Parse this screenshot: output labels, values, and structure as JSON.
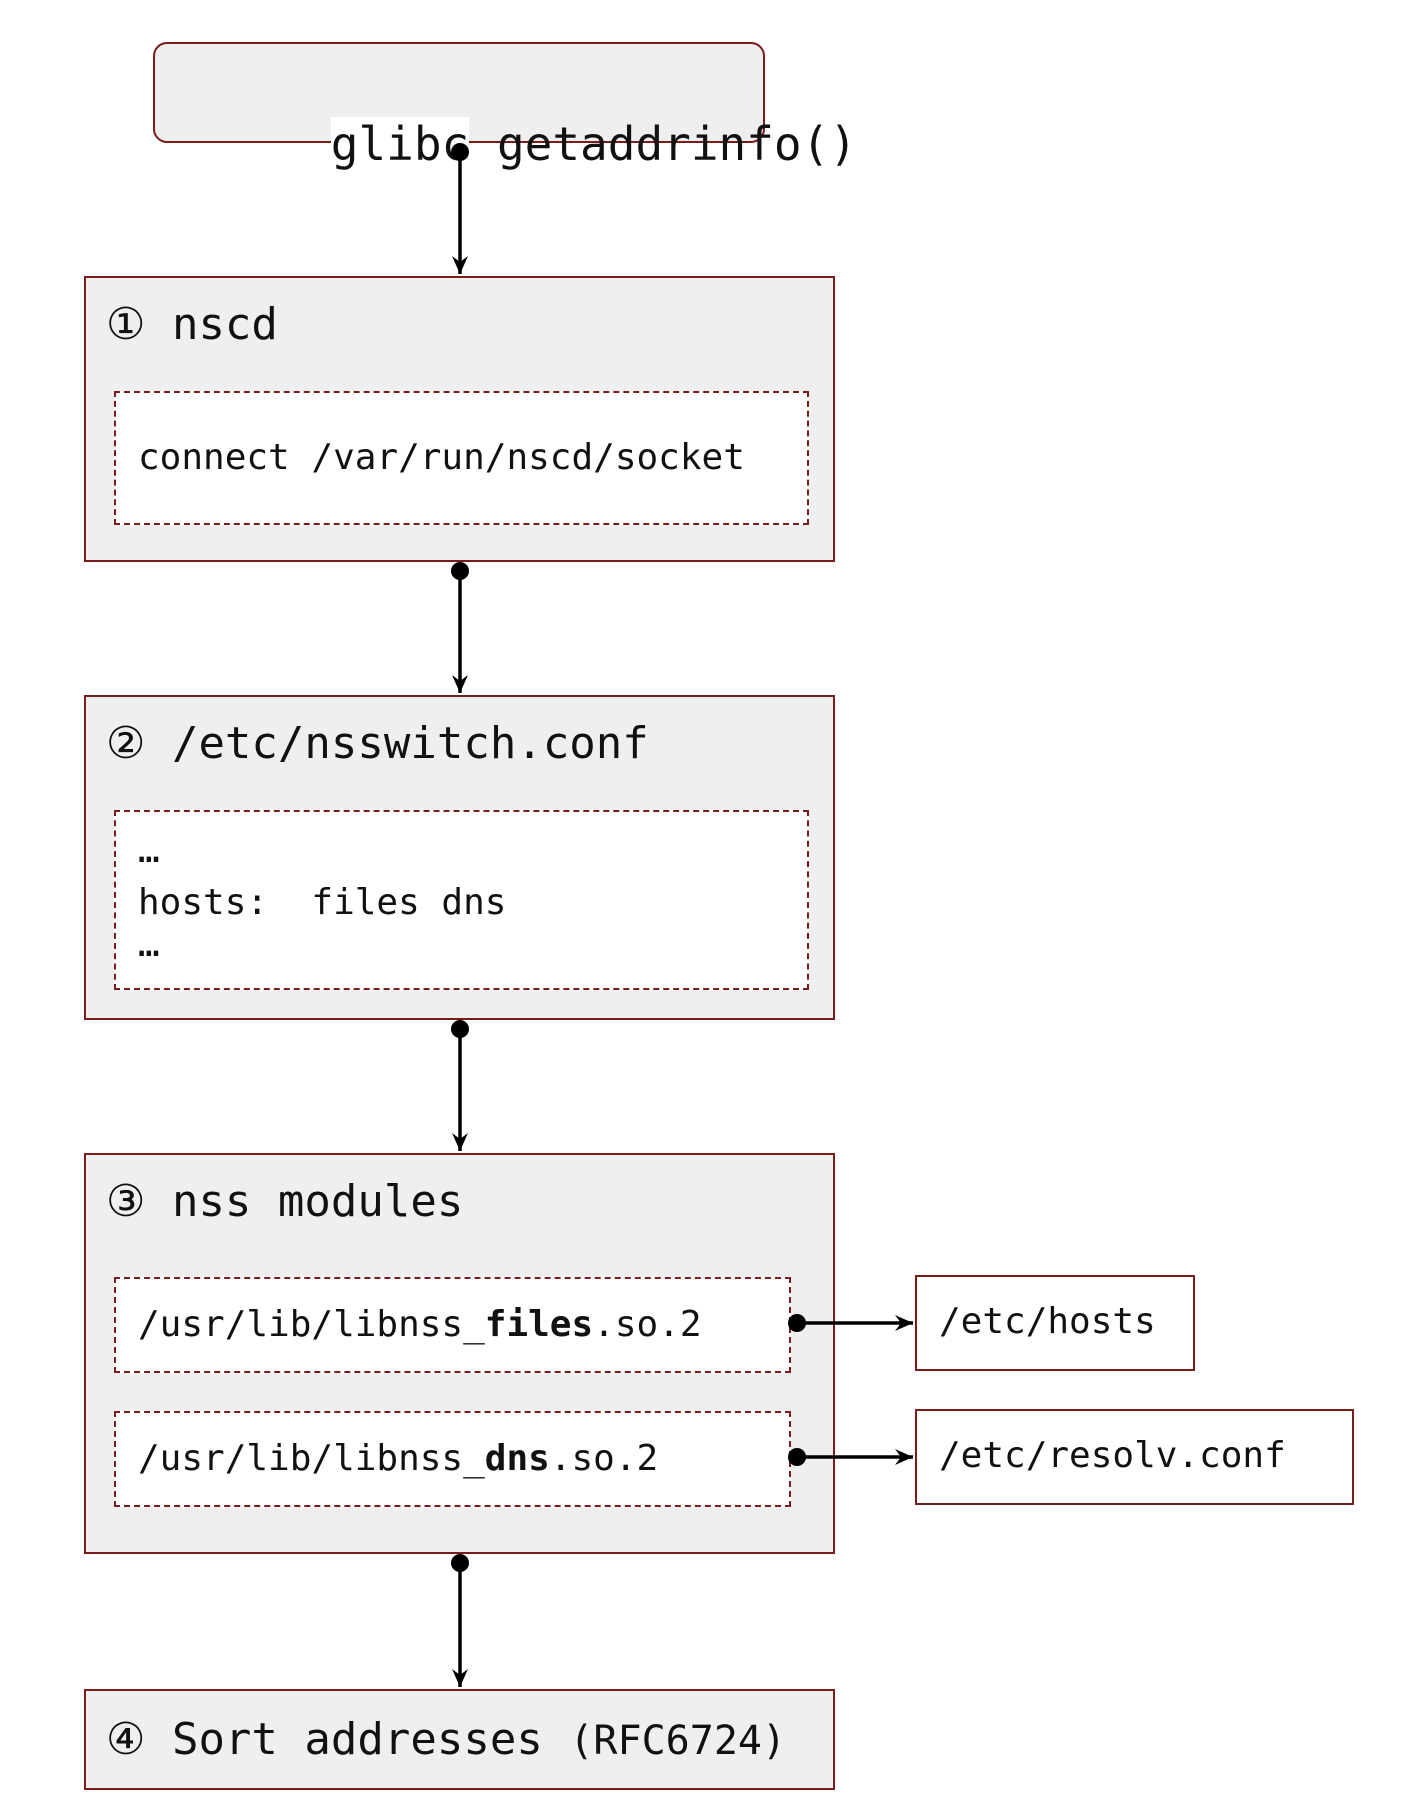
{
  "top": {
    "prefix": "glibc",
    "func": "getaddrinfo()"
  },
  "nscd": {
    "num": "①",
    "title": "nscd",
    "command": "connect /var/run/nscd/socket"
  },
  "nsswitch": {
    "num": "②",
    "title": "/etc/nsswitch.conf",
    "lines": [
      "…",
      "hosts:  files dns",
      "…"
    ]
  },
  "nss": {
    "num": "③",
    "title": "nss modules",
    "files_module": {
      "prefix": "/usr/lib/libnss_",
      "bold": "files",
      "suffix": ".so.2"
    },
    "dns_module": {
      "prefix": "/usr/lib/libnss_",
      "bold": "dns",
      "suffix": ".so.2"
    },
    "files_target": "/etc/hosts",
    "dns_target": "/etc/resolv.conf"
  },
  "sort": {
    "num": "④",
    "title": "Sort addresses",
    "note": "(RFC6724)"
  },
  "colors": {
    "border": "#7a1c1c",
    "fill": "#efefef",
    "arrow": "#000000"
  }
}
